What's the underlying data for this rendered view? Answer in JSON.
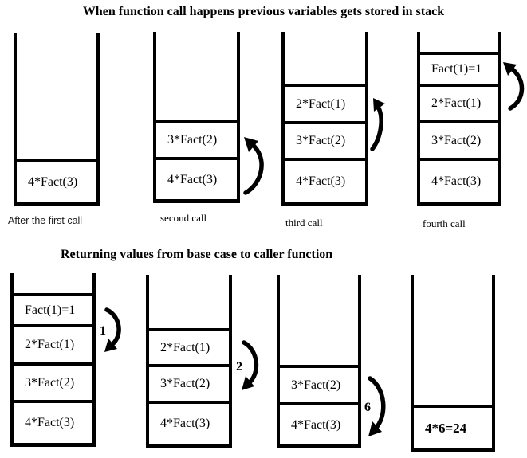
{
  "diagram": {
    "colors": {
      "ink": "#000000",
      "paper": "#ffffff"
    },
    "section1": {
      "title": "When function call happens previous variables gets stored in stack",
      "stacks": [
        {
          "caption": "After the first call",
          "cells": [
            "4*Fact(3)"
          ]
        },
        {
          "caption": "second call",
          "cells": [
            "3*Fact(2)",
            "4*Fact(3)"
          ]
        },
        {
          "caption": "third call",
          "cells": [
            "2*Fact(1)",
            "3*Fact(2)",
            "4*Fact(3)"
          ]
        },
        {
          "caption": "fourth call",
          "cells": [
            "Fact(1)=1",
            "2*Fact(1)",
            "3*Fact(2)",
            "4*Fact(3)"
          ]
        }
      ]
    },
    "section2": {
      "title": "Returning values from base case to caller function",
      "stacks": [
        {
          "cells": [
            "Fact(1)=1",
            "2*Fact(1)",
            "3*Fact(2)",
            "4*Fact(3)"
          ],
          "return_value": "1"
        },
        {
          "cells": [
            "2*Fact(1)",
            "3*Fact(2)",
            "4*Fact(3)"
          ],
          "return_value": "2"
        },
        {
          "cells": [
            "3*Fact(2)",
            "4*Fact(3)"
          ],
          "return_value": "6"
        },
        {
          "cells": [
            "4*6=24"
          ]
        }
      ]
    }
  }
}
